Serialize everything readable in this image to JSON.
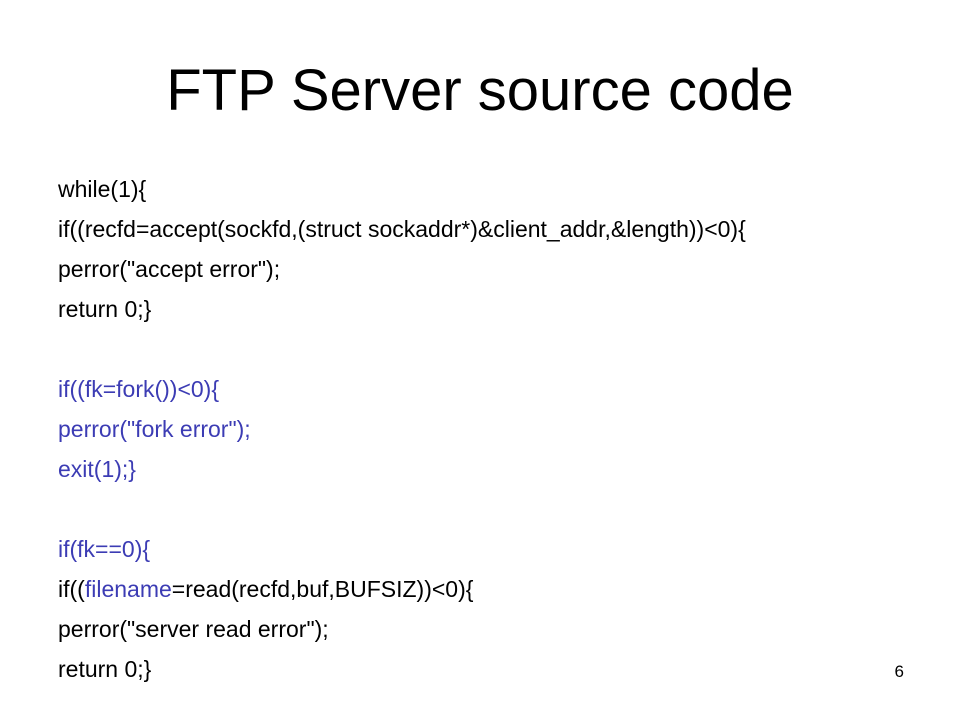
{
  "slide": {
    "title": "FTP Server source code",
    "page_number": "6",
    "accent_color": "#3c3cb4",
    "code_lines": [
      {
        "segments": [
          {
            "text": "while(1){",
            "color": "black"
          }
        ]
      },
      {
        "segments": [
          {
            "text": "if((recfd=accept(sockfd,(struct sockaddr*)&client_addr,&length))<0){",
            "color": "black"
          }
        ]
      },
      {
        "segments": [
          {
            "text": "perror(\"accept error\");",
            "color": "black"
          }
        ]
      },
      {
        "segments": [
          {
            "text": "return 0;}",
            "color": "black"
          }
        ]
      },
      {
        "segments": [
          {
            "text": "",
            "color": "black"
          }
        ]
      },
      {
        "segments": [
          {
            "text": "if((fk=fork())<0){",
            "color": "blue"
          }
        ]
      },
      {
        "segments": [
          {
            "text": "perror(\"fork error\");",
            "color": "blue"
          }
        ]
      },
      {
        "segments": [
          {
            "text": "exit(1);}",
            "color": "blue"
          }
        ]
      },
      {
        "segments": [
          {
            "text": "",
            "color": "black"
          }
        ]
      },
      {
        "segments": [
          {
            "text": "if(fk==0){",
            "color": "blue"
          }
        ]
      },
      {
        "segments": [
          {
            "text": "if((",
            "color": "black"
          },
          {
            "text": "filename",
            "color": "blue"
          },
          {
            "text": "=read(recfd,buf,BUFSIZ))<0){",
            "color": "black"
          }
        ]
      },
      {
        "segments": [
          {
            "text": "perror(\"server read error\");",
            "color": "black"
          }
        ]
      },
      {
        "segments": [
          {
            "text": "return 0;}",
            "color": "black"
          }
        ]
      }
    ]
  }
}
